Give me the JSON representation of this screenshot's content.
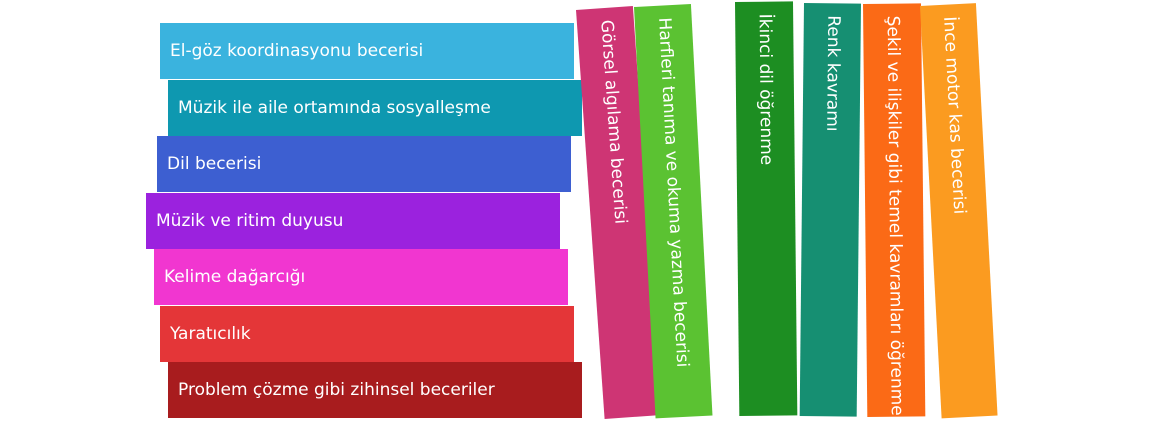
{
  "stacked_books": [
    {
      "label": "El-göz koordinasyonu becerisi",
      "color": "#3AB3DE"
    },
    {
      "label": "Müzik ile aile ortamında sosyalleşme",
      "color": "#0E98B0"
    },
    {
      "label": "Dil becerisi",
      "color": "#3D5FD1"
    },
    {
      "label": "Müzik ve ritim duyusu",
      "color": "#9B22DE"
    },
    {
      "label": "Kelime dağarcığı",
      "color": "#F136D0"
    },
    {
      "label": "Yaratıcılık",
      "color": "#E43638"
    },
    {
      "label": "Problem çözme gibi zihinsel beceriler",
      "color": "#A81C1E"
    }
  ],
  "standing_books": [
    {
      "label": "Görsel algılama becerisi",
      "color": "#CE3574"
    },
    {
      "label": "Harfleri tanıma ve okuma yazma becerisi",
      "color": "#5BC232"
    },
    {
      "label": "İkinci dil öğrenme",
      "color": "#1D8E22"
    },
    {
      "label": "Renk kavramı",
      "color": "#168F72"
    },
    {
      "label": "Şekil ve ilişkiler gibi temel kavramları öğrenme",
      "color": "#FB6A16"
    },
    {
      "label": "İnce motor kas becerisi",
      "color": "#FB9B20"
    }
  ]
}
